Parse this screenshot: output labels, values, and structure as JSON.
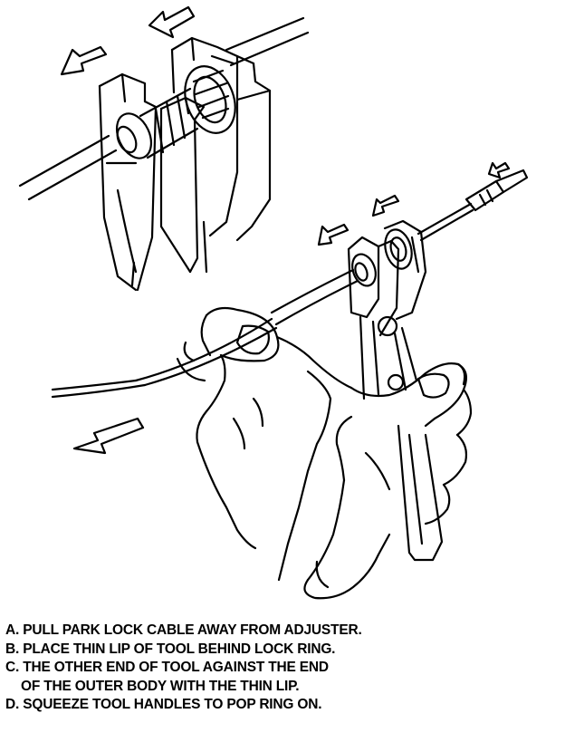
{
  "colors": {
    "ink": "#000000",
    "paper": "#ffffff"
  },
  "captions": [
    "A. PULL PARK LOCK CABLE AWAY FROM ADJUSTER.",
    "B. PLACE THIN LIP OF TOOL BEHIND LOCK RING.",
    "C. THE OTHER END OF TOOL AGAINST THE END",
    "OF THE OUTER BODY WITH THE THIN LIP.",
    "D. SQUEEZE TOOL HANDLES TO POP RING ON."
  ]
}
